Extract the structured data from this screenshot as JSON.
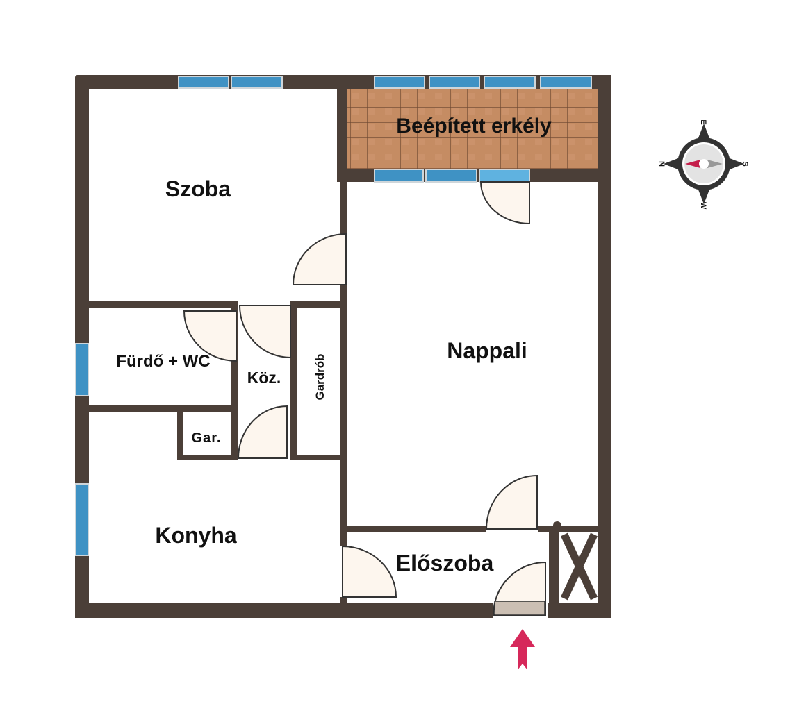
{
  "rooms": {
    "szoba": "Szoba",
    "erkely": "Beépített erkély",
    "nappali": "Nappali",
    "furdo": "Fürdő + WC",
    "koz": "Köz.",
    "gardrob": "Gardrób",
    "gar": "Gar.",
    "konyha": "Konyha",
    "eloszoba": "Előszoba"
  },
  "compass": {
    "n": "N",
    "e": "E",
    "s": "S",
    "w": "W"
  },
  "colors": {
    "wall": "#4b3f38",
    "window": "#3f92c4",
    "balcony": "#c58c63",
    "entrance_arrow": "#d6285a",
    "compass_needle": "#c41e4a"
  }
}
